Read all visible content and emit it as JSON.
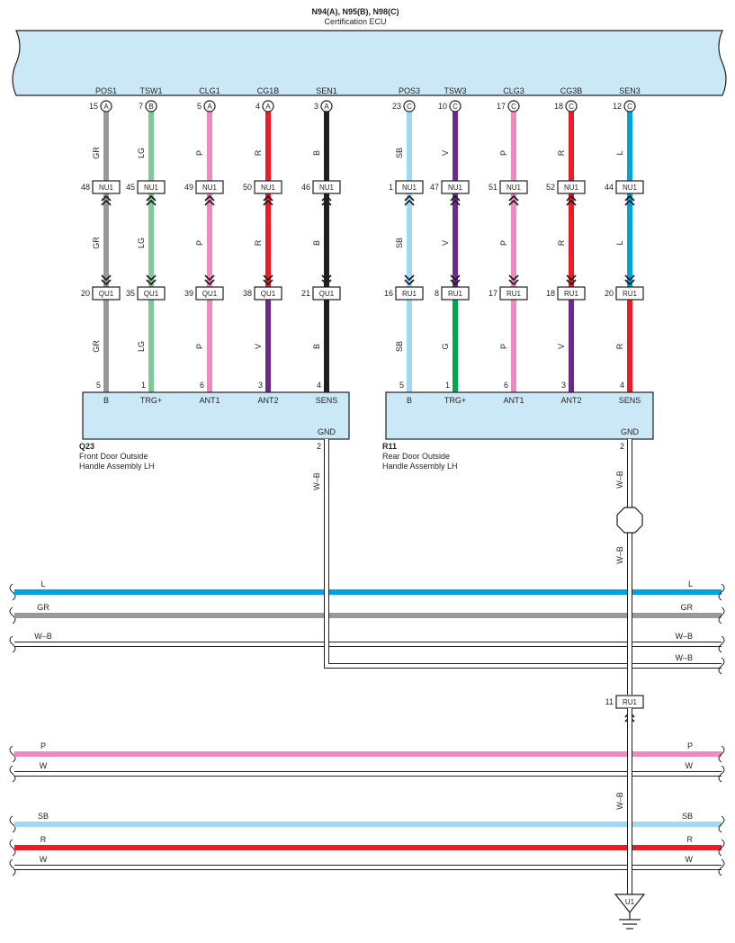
{
  "ecu": {
    "connector_ids": "N94(A), N95(B), N98(C)",
    "name": "Certification ECU",
    "fill": "#cbe8f7"
  },
  "colors": {
    "GR": "#999999",
    "LG": "#7fc89a",
    "P": "#ef8ac0",
    "R": "#ed1c24",
    "B": "#231f20",
    "SB": "#9fdaf5",
    "V": "#6a2a90",
    "L": "#00a3e0",
    "G": "#00a651",
    "W": "#ffffff",
    "W-B": "#ffffff"
  },
  "columns": [
    {
      "ecu_pin": "POS1",
      "ecu_num": "15",
      "ecu_conn": "A",
      "w1": "GR",
      "j1_num": "48",
      "j1_id": "NU1",
      "w2": "GR",
      "j2_num": "20",
      "j2_id": "QU1",
      "w3": "GR",
      "dev_num": "5",
      "dev_pin": "B"
    },
    {
      "ecu_pin": "TSW1",
      "ecu_num": "7",
      "ecu_conn": "B",
      "w1": "LG",
      "j1_num": "45",
      "j1_id": "NU1",
      "w2": "LG",
      "j2_num": "35",
      "j2_id": "QU1",
      "w3": "LG",
      "dev_num": "1",
      "dev_pin": "TRG+"
    },
    {
      "ecu_pin": "CLG1",
      "ecu_num": "5",
      "ecu_conn": "A",
      "w1": "P",
      "j1_num": "49",
      "j1_id": "NU1",
      "w2": "P",
      "j2_num": "39",
      "j2_id": "QU1",
      "w3": "P",
      "dev_num": "6",
      "dev_pin": "ANT1"
    },
    {
      "ecu_pin": "CG1B",
      "ecu_num": "4",
      "ecu_conn": "A",
      "w1": "R",
      "j1_num": "50",
      "j1_id": "NU1",
      "w2": "R",
      "j2_num": "38",
      "j2_id": "QU1",
      "w3": "V",
      "dev_num": "3",
      "dev_pin": "ANT2"
    },
    {
      "ecu_pin": "SEN1",
      "ecu_num": "3",
      "ecu_conn": "A",
      "w1": "B",
      "j1_num": "46",
      "j1_id": "NU1",
      "w2": "B",
      "j2_num": "21",
      "j2_id": "QU1",
      "w3": "B",
      "dev_num": "4",
      "dev_pin": "SENS"
    },
    {
      "ecu_pin": "POS3",
      "ecu_num": "23",
      "ecu_conn": "C",
      "w1": "SB",
      "j1_num": "1",
      "j1_id": "NU1",
      "w2": "SB",
      "j2_num": "16",
      "j2_id": "RU1",
      "w3": "SB",
      "dev_num": "5",
      "dev_pin": "B"
    },
    {
      "ecu_pin": "TSW3",
      "ecu_num": "10",
      "ecu_conn": "C",
      "w1": "V",
      "j1_num": "47",
      "j1_id": "NU1",
      "w2": "V",
      "j2_num": "8",
      "j2_id": "RU1",
      "w3": "G",
      "dev_num": "1",
      "dev_pin": "TRG+"
    },
    {
      "ecu_pin": "CLG3",
      "ecu_num": "17",
      "ecu_conn": "C",
      "w1": "P",
      "j1_num": "51",
      "j1_id": "NU1",
      "w2": "P",
      "j2_num": "17",
      "j2_id": "RU1",
      "w3": "P",
      "dev_num": "6",
      "dev_pin": "ANT1"
    },
    {
      "ecu_pin": "CG3B",
      "ecu_num": "18",
      "ecu_conn": "C",
      "w1": "R",
      "j1_num": "52",
      "j1_id": "NU1",
      "w2": "R",
      "j2_num": "18",
      "j2_id": "RU1",
      "w3": "V",
      "dev_num": "3",
      "dev_pin": "ANT2"
    },
    {
      "ecu_pin": "SEN3",
      "ecu_num": "12",
      "ecu_conn": "C",
      "w1": "L",
      "j1_num": "44",
      "j1_id": "NU1",
      "w2": "L",
      "j2_num": "20",
      "j2_id": "RU1",
      "w3": "R",
      "dev_num": "4",
      "dev_pin": "SENS"
    }
  ],
  "devices": [
    {
      "id": "Q23",
      "name_line1": "Front Door Outside",
      "name_line2": "Handle Assembly LH",
      "gnd_pin": "GND",
      "gnd_num": "2",
      "gnd_wire": "W–B"
    },
    {
      "id": "R11",
      "name_line1": "Rear Door Outside",
      "name_line2": "Handle Assembly LH",
      "gnd_pin": "GND",
      "gnd_num": "2",
      "gnd_wire": "W–B"
    }
  ],
  "rear_ground": {
    "wire_below_splice": "W–B",
    "junction_num": "11",
    "junction_id": "RU1",
    "wire_below_junction": "W–B",
    "ground_point": "U1"
  },
  "buses": [
    {
      "color_code": "L",
      "left": "L",
      "right": "L"
    },
    {
      "color_code": "GR",
      "left": "GR",
      "right": "GR"
    },
    {
      "color_code": "W-B",
      "left": "W–B",
      "right": "W–B"
    },
    {
      "color_code": "W-B",
      "left": "",
      "right": "W–B"
    },
    {
      "color_code": "P",
      "left": "P",
      "right": "P"
    },
    {
      "color_code": "W",
      "left": "W",
      "right": "W"
    },
    {
      "color_code": "SB",
      "left": "SB",
      "right": "SB"
    },
    {
      "color_code": "R",
      "left": "R",
      "right": "R"
    },
    {
      "color_code": "W",
      "left": "W",
      "right": "W"
    }
  ]
}
